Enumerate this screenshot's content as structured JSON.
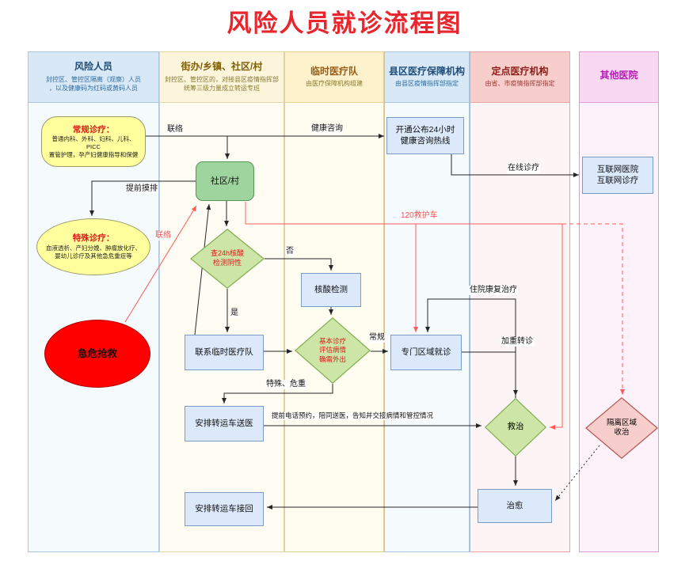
{
  "title": "风险人员就诊流程图",
  "lanes": [
    {
      "title": "风险人员",
      "desc": "封控区、管控区隔离（观察）人员\n，以及健康码为红码或黄码人员"
    },
    {
      "title": "街办/乡镇、社区/村",
      "desc": "封控区、管控区的，对接县区疫情指挥部\n统筹三级力量成立转运专班"
    },
    {
      "title": "临时医疗队",
      "desc": "由医疗保障机构组建"
    },
    {
      "title": "县区医疗保障机构",
      "desc": "由县区疫情指挥部指定"
    },
    {
      "title": "定点医疗机构",
      "desc": "由省、市疫情指挥部指定"
    },
    {
      "title": "其他医院",
      "desc": ""
    }
  ],
  "nodes": {
    "regular_care": {
      "title": "常规诊疗：",
      "body": "普通内科、外科、妇科、儿科、PICC\n置管护理，孕产妇健康指导和保健"
    },
    "special_care": {
      "title": "特殊诊疗：",
      "body": "血液透析、产妇分娩、肿瘤放化疗、\n婴幼儿诊疗及其他急危重症等"
    },
    "emergency": "急危抢救",
    "community": "社区/村",
    "check24": "查24h核酸\n检测阴性",
    "nat_test": "核酸检测",
    "contact_team": "联系临时医疗队",
    "basic_assess": "基本诊疗\n评估病情\n确需外出",
    "special_area": "专门区域就诊",
    "treat": "救治",
    "cured": "治愈",
    "transport_to": "安排转运车送医",
    "transport_back": "安排转运车接回",
    "hotline": "开通公布24小时\n健康咨询热线",
    "internet": "互联网医院\n互联网诊疗",
    "isolation": "隔离区域\n收治"
  },
  "edges": {
    "contact1": "联络",
    "health_consult": "健康咨询",
    "online": "在线诊疗",
    "presurvey": "提前摸排",
    "contact2": "联络",
    "ambulance": "120救护车",
    "no": "否",
    "yes": "是",
    "regular": "常规",
    "special_critical": "特殊、危重",
    "recovery": "住院康复治疗",
    "worsen": "加重转诊",
    "booking": "提前电话预约，陪同送医，告知并交接病情和管控情况"
  },
  "colors": {
    "title_red": "#e8262d",
    "node_blue_fill": "#dbe9fb",
    "node_blue_border": "#7a9cc6",
    "diamond_green_fill": "#cde6a8",
    "diamond_green_border": "#7fae4f",
    "diamond_pink_fill": "#f8cecc",
    "diamond_pink_border": "#b85450",
    "community_green": "#9ed49e",
    "yellow_node": "#ffff9d",
    "emergency_red": "#fe0000",
    "connector_red": "#ff5a5a",
    "connector_black": "#262626"
  }
}
